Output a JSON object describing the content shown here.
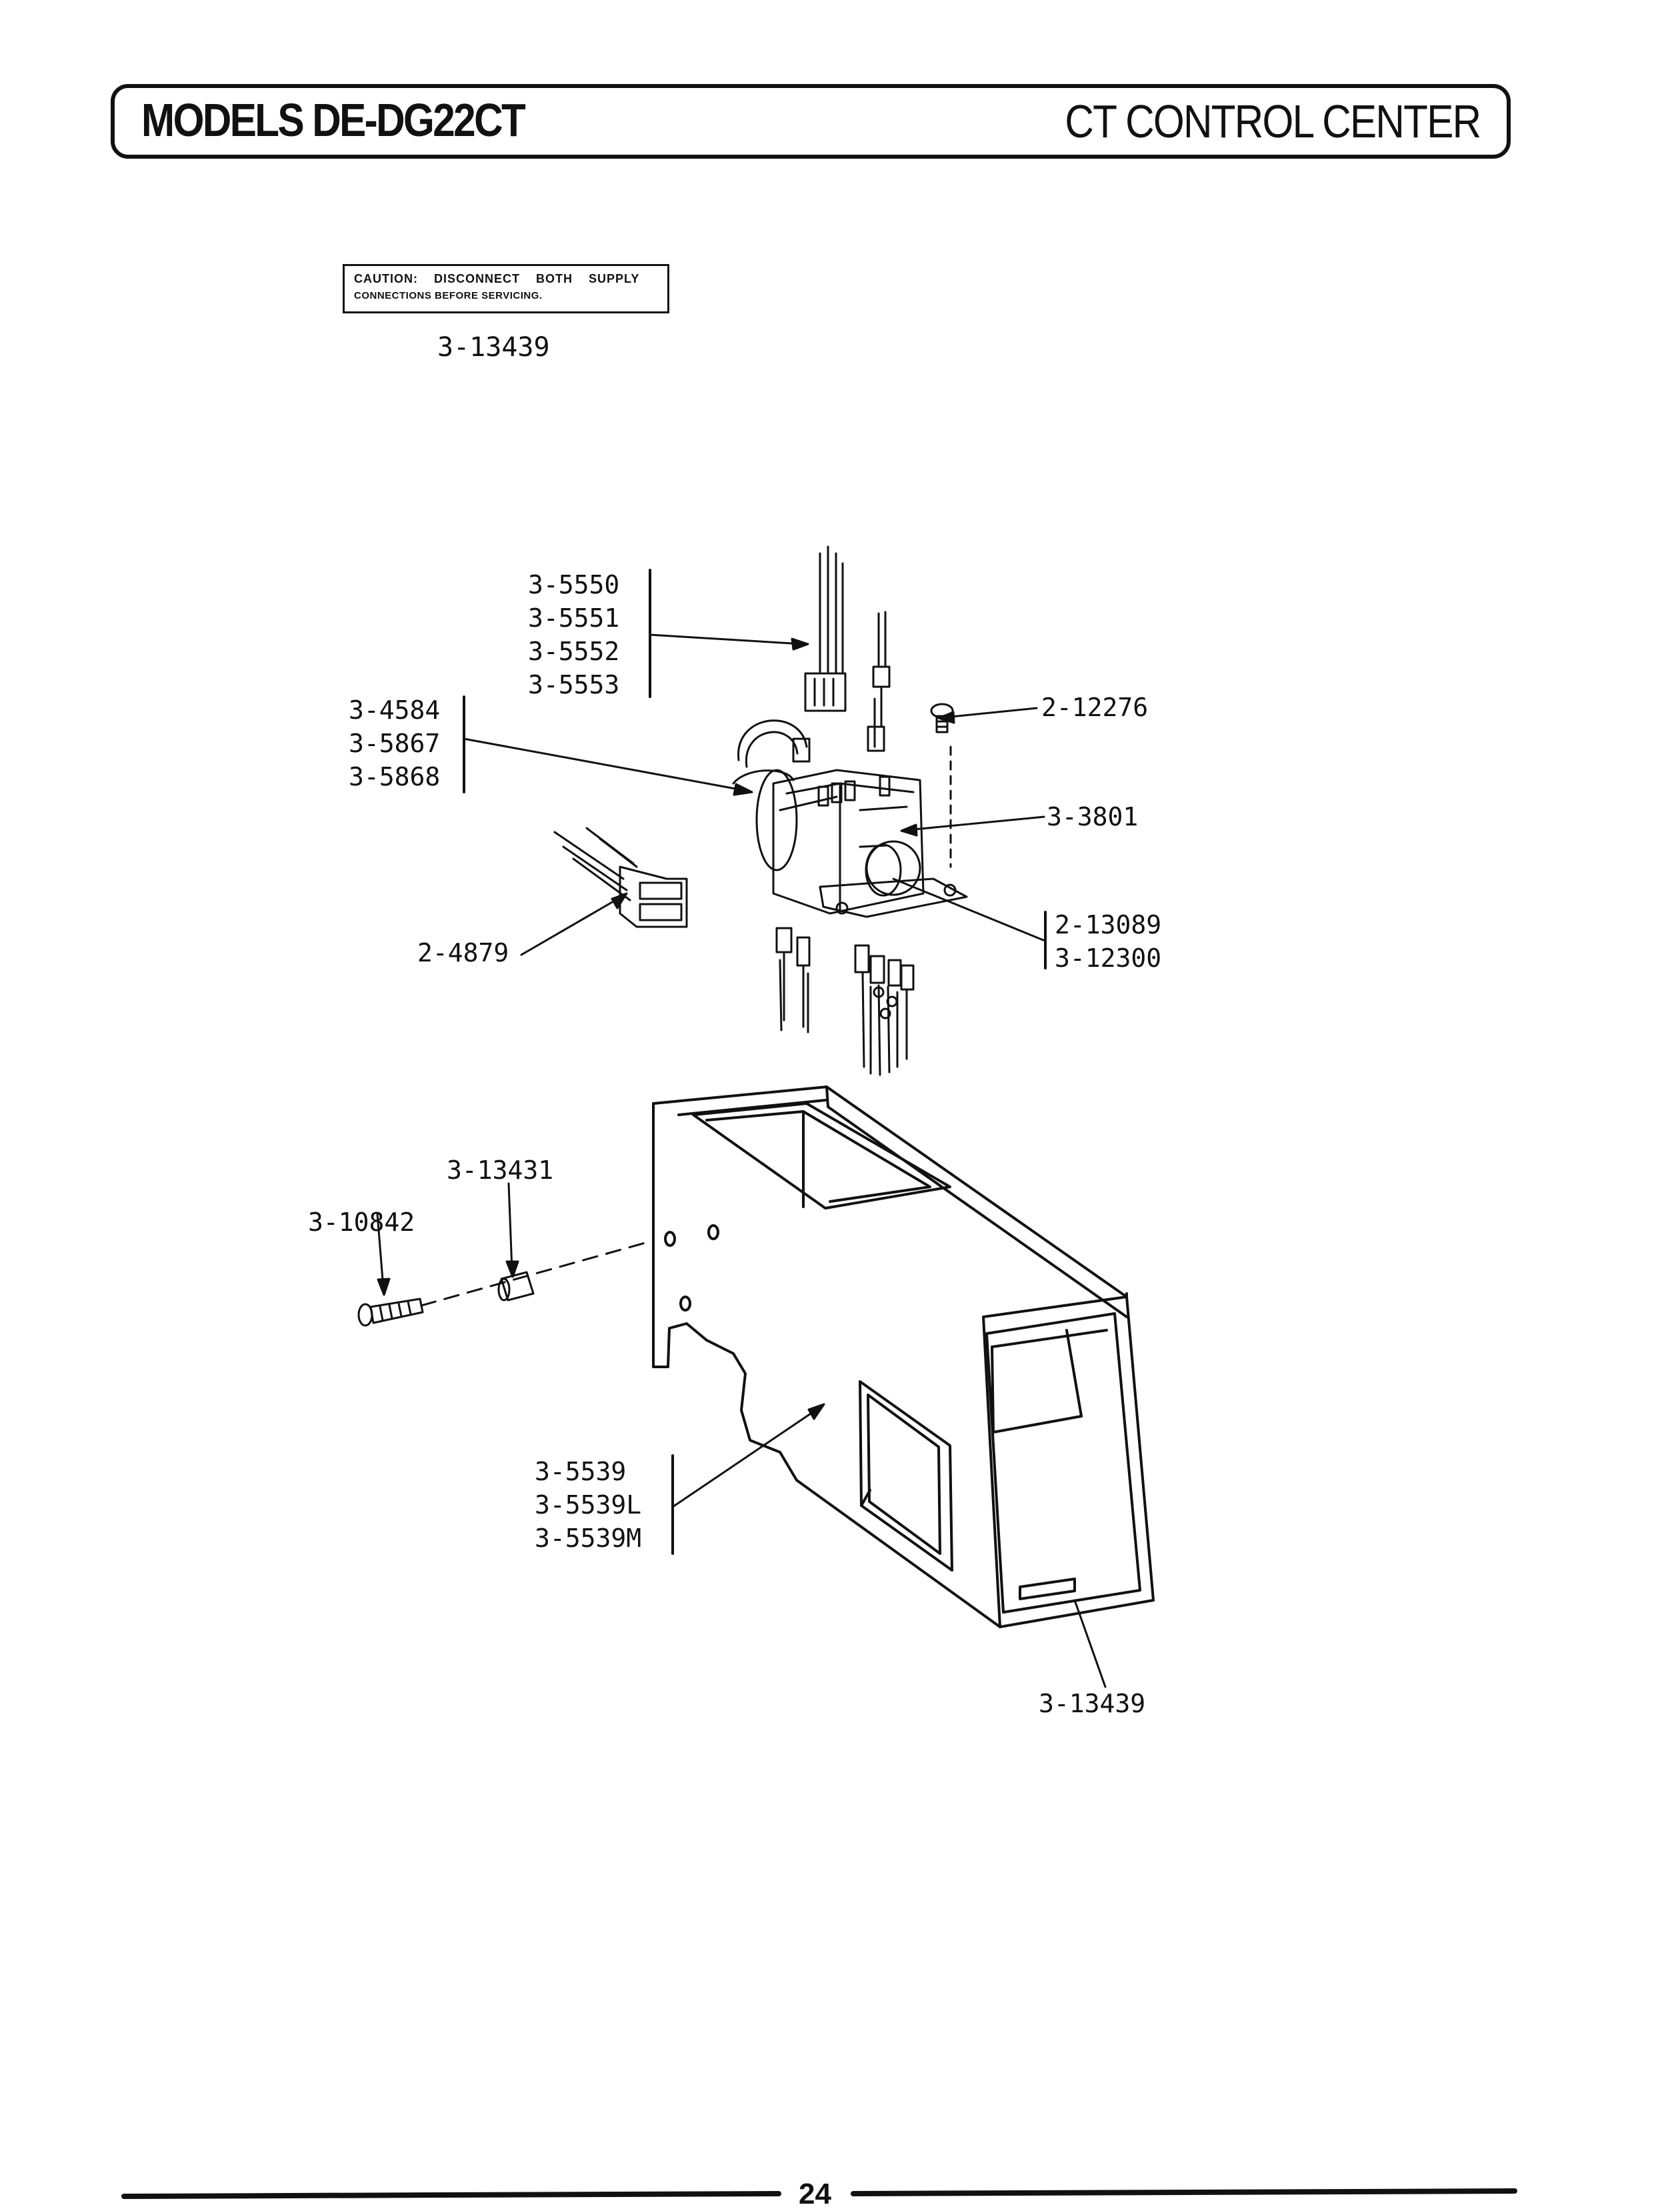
{
  "header": {
    "left_title": "MODELS DE-DG22CT",
    "right_title": "CT CONTROL CENTER"
  },
  "caution": {
    "line1": "CAUTION: DISCONNECT BOTH SUPPLY",
    "line2": "CONNECTIONS BEFORE SERVICING.",
    "part_number": "3-13439"
  },
  "callouts": {
    "wire_harness": [
      "3-5550",
      "3-5551",
      "3-5552",
      "3-5553"
    ],
    "motor_group": [
      "3-4584",
      "3-5867",
      "3-5868"
    ],
    "screw_top": "2-12276",
    "timer": "3-3801",
    "knob_group": [
      "2-13089",
      "3-12300"
    ],
    "connector": "2-4879",
    "spacer": "3-13431",
    "screw_bottom": "3-10842",
    "housing_group": [
      "3-5539",
      "3-5539L",
      "3-5539M"
    ],
    "label_bottom": "3-13439"
  },
  "footer": {
    "page_number": "24"
  }
}
